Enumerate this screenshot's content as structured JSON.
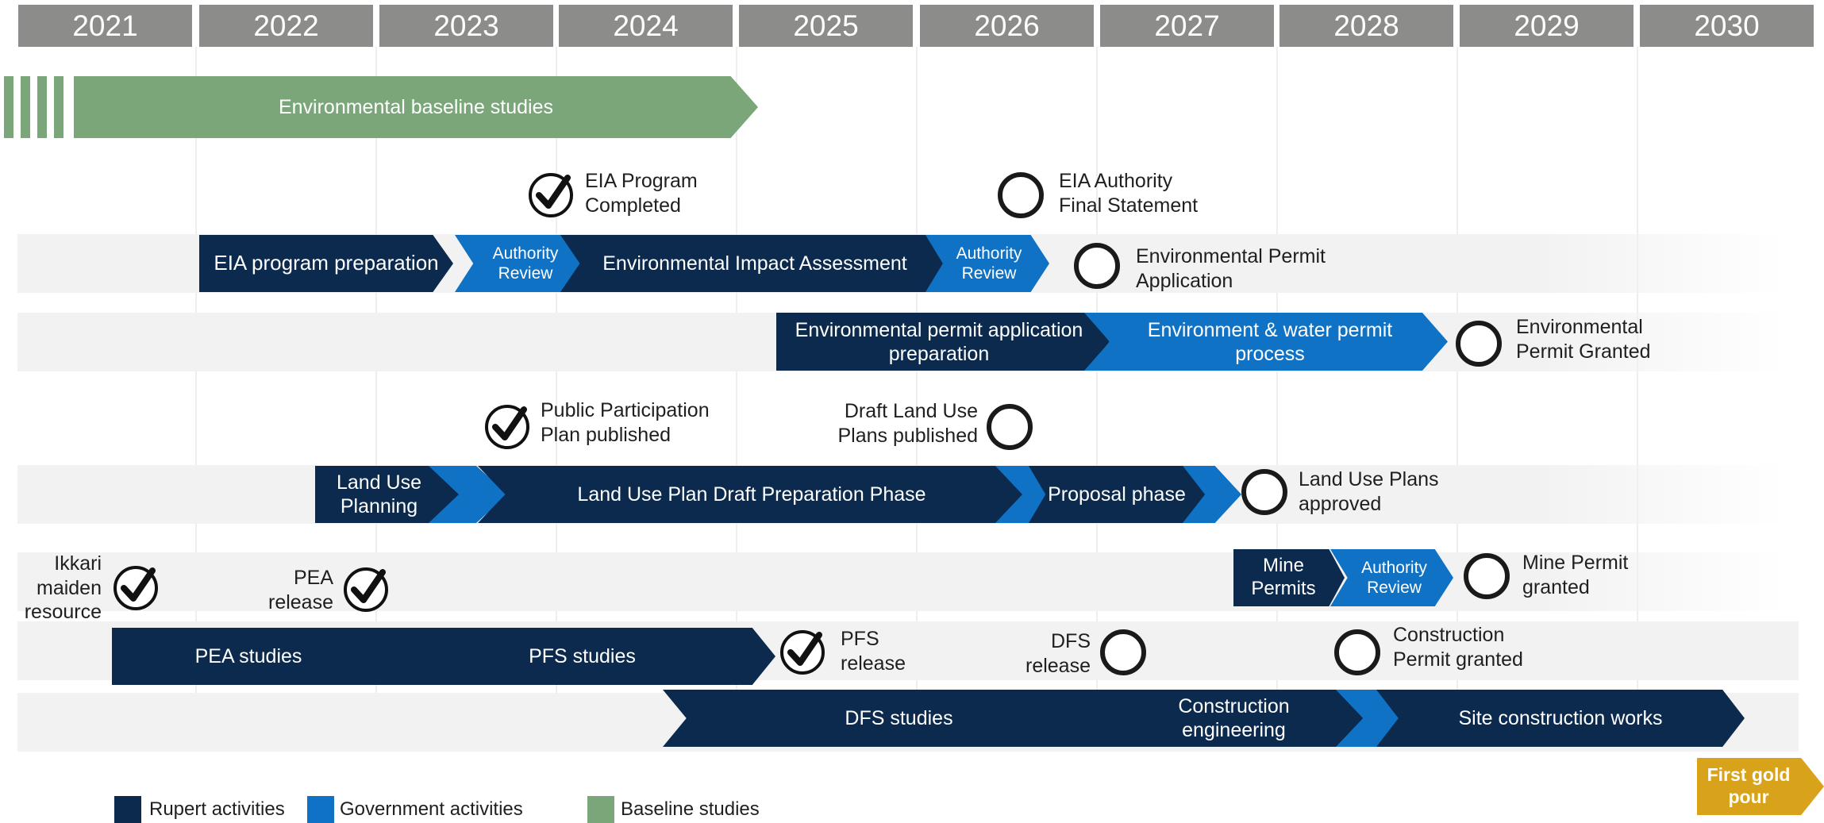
{
  "years": [
    "2021",
    "2022",
    "2023",
    "2024",
    "2025",
    "2026",
    "2027",
    "2028",
    "2029",
    "2030"
  ],
  "colors": {
    "rupert": "#0b2a4e",
    "government": "#0f72c5",
    "baseline": "#7aa67a",
    "gold": "#d9a21b",
    "year_header": "#8c8c8b"
  },
  "activities": {
    "baseline": "Environmental baseline studies",
    "eia_prep": "EIA program preparation",
    "authority_review_1": "Authority Review",
    "eia": "Environmental Impact Assessment",
    "authority_review_2": "Authority Review",
    "env_permit_prep": "Environmental permit application preparation",
    "env_water_process": "Environment & water permit process",
    "land_use_planning": "Land Use Planning",
    "land_use_draft": "Land Use Plan Draft Preparation Phase",
    "proposal_phase": "Proposal phase",
    "mine_permits": "Mine Permits",
    "authority_review_3": "Authority Review",
    "pea_studies": "PEA studies",
    "pfs_studies": "PFS studies",
    "dfs_studies": "DFS studies",
    "construction_engineering": "Construction engineering",
    "site_construction": "Site construction works",
    "first_gold": "First gold pour"
  },
  "milestones": {
    "eia_completed": {
      "label": "EIA Program Completed",
      "done": true
    },
    "eia_final": {
      "label": "EIA Authority Final Statement",
      "done": false
    },
    "env_permit_app": {
      "label": "Environmental Permit Application",
      "done": false
    },
    "env_permit_granted": {
      "label": "Environmental Permit Granted",
      "done": false
    },
    "ppp_published": {
      "label": "Public Participation Plan published",
      "done": true
    },
    "draft_lup_published": {
      "label": "Draft Land Use Plans published",
      "done": false
    },
    "lup_approved": {
      "label": "Land Use Plans approved",
      "done": false
    },
    "ikkari": {
      "label": "Ikkari maiden resource",
      "done": true
    },
    "pea_release": {
      "label": "PEA release",
      "done": true
    },
    "mine_permit_granted": {
      "label": "Mine Permit granted",
      "done": false
    },
    "pfs_release": {
      "label": "PFS release",
      "done": true
    },
    "dfs_release": {
      "label": "DFS release",
      "done": false
    },
    "construction_permit": {
      "label": "Construction Permit granted",
      "done": false
    }
  },
  "legend": {
    "rupert": "Rupert activities",
    "government": "Government activities",
    "baseline": "Baseline studies"
  }
}
